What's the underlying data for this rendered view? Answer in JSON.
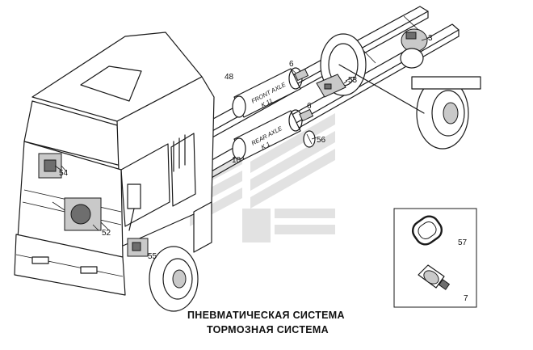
{
  "title": {
    "line1": "ПНЕВМАТИЧЕСКАЯ СИСТЕМА",
    "line2": "ТОРМОЗНАЯ СИСТЕМА"
  },
  "tanks": {
    "front_line1": "FRONT AXLE",
    "front_line2": "K 11",
    "rear_line1": "REAR AXLE",
    "rear_line2": "K 1"
  },
  "callouts": {
    "c48": "48",
    "c6a": "6",
    "c53": "53",
    "c3": "3",
    "c6b": "6",
    "c56": "56",
    "c10": "10",
    "c54": "54",
    "c52": "52",
    "c55": "55",
    "c57": "57",
    "c7": "7"
  }
}
